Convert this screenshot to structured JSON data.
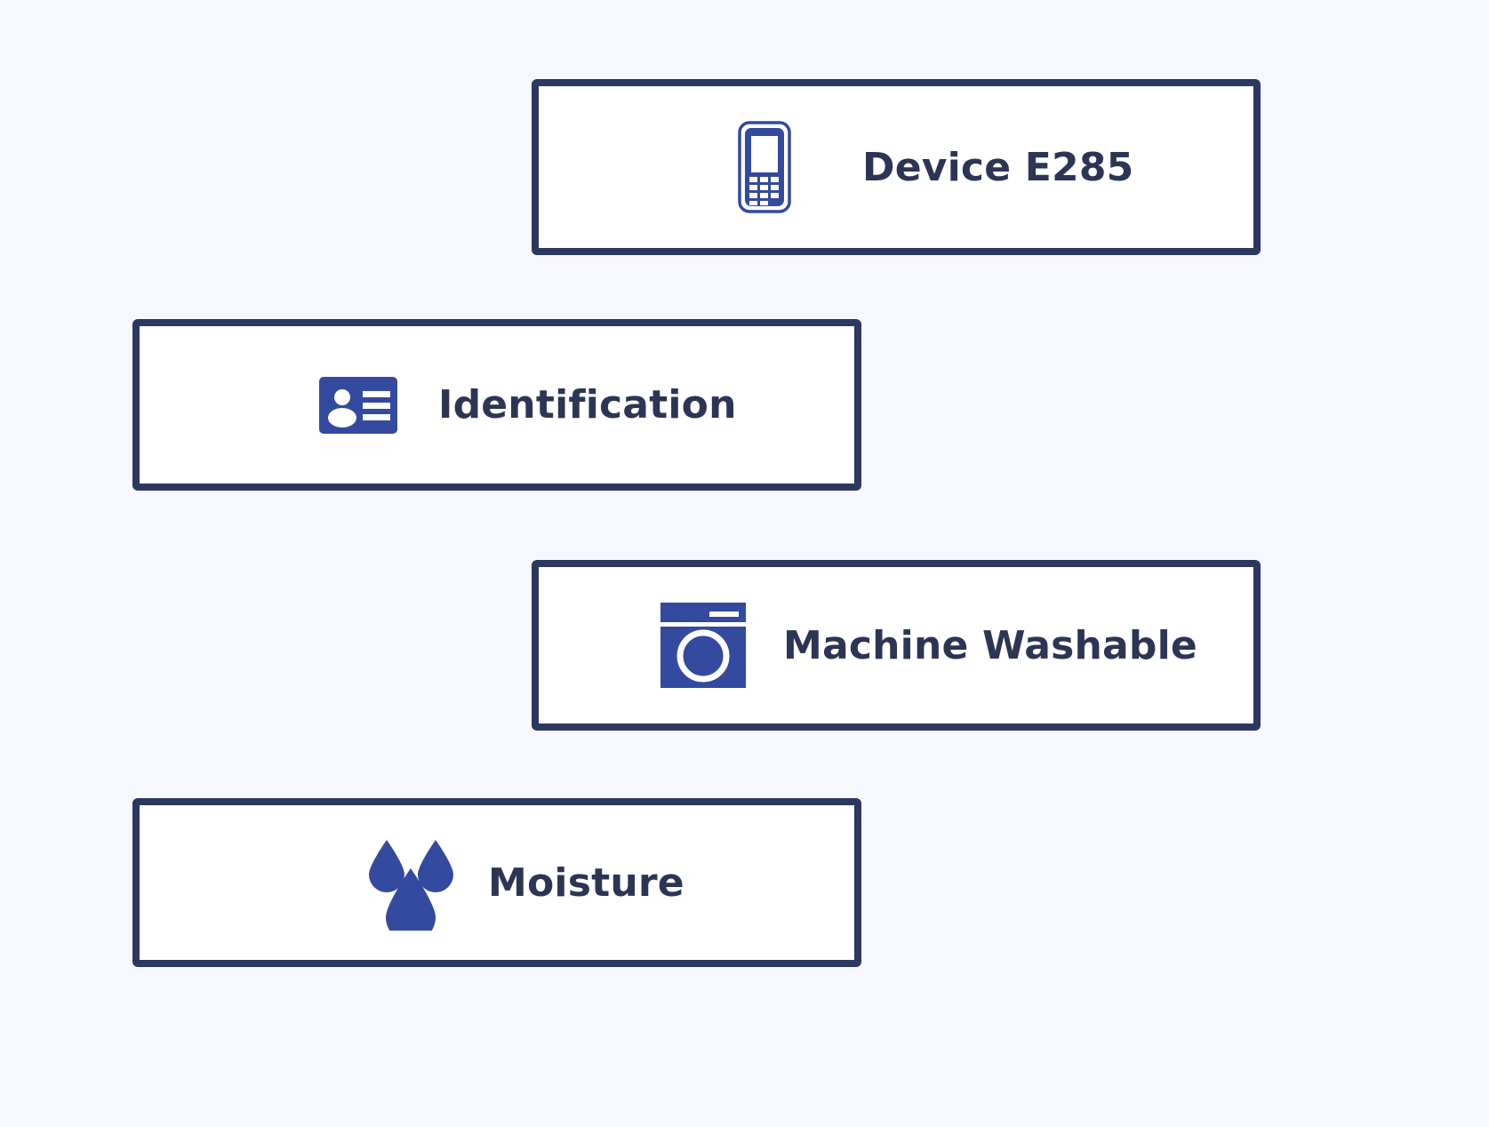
{
  "page": {
    "background_color": "#f7f8fd",
    "border_color": "#2d3860",
    "icon_color": "#334a9e",
    "label_color": "#2d3555",
    "card_fill": "#ffffff"
  },
  "cards": [
    {
      "id": "device",
      "label": "Device E285",
      "icon_name": "mobile-phone-icon"
    },
    {
      "id": "identification",
      "label": "Identification",
      "icon_name": "id-card-icon"
    },
    {
      "id": "machine-washable",
      "label": "Machine Washable",
      "icon_name": "washing-machine-icon"
    },
    {
      "id": "moisture",
      "label": "Moisture",
      "icon_name": "water-droplets-icon"
    }
  ]
}
